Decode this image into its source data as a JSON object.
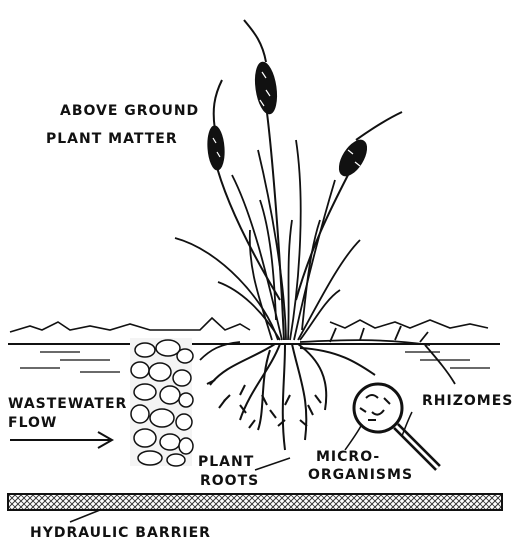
{
  "labels": {
    "above_ground_line1": "ABOVE GROUND",
    "above_ground_line2": "PLANT MATTER",
    "wastewater_line1": "WASTEWATER",
    "wastewater_line2": "FLOW",
    "rhizomes": "RHIZOMES",
    "micro_line1": "MICRO-",
    "micro_line2": "ORGANISMS",
    "roots_line1": "PLANT",
    "roots_line2": "ROOTS",
    "barrier": "HYDRAULIC BARRIER"
  },
  "colors": {
    "ink": "#111111",
    "paper": "#ffffff",
    "hatch": "#333333"
  }
}
